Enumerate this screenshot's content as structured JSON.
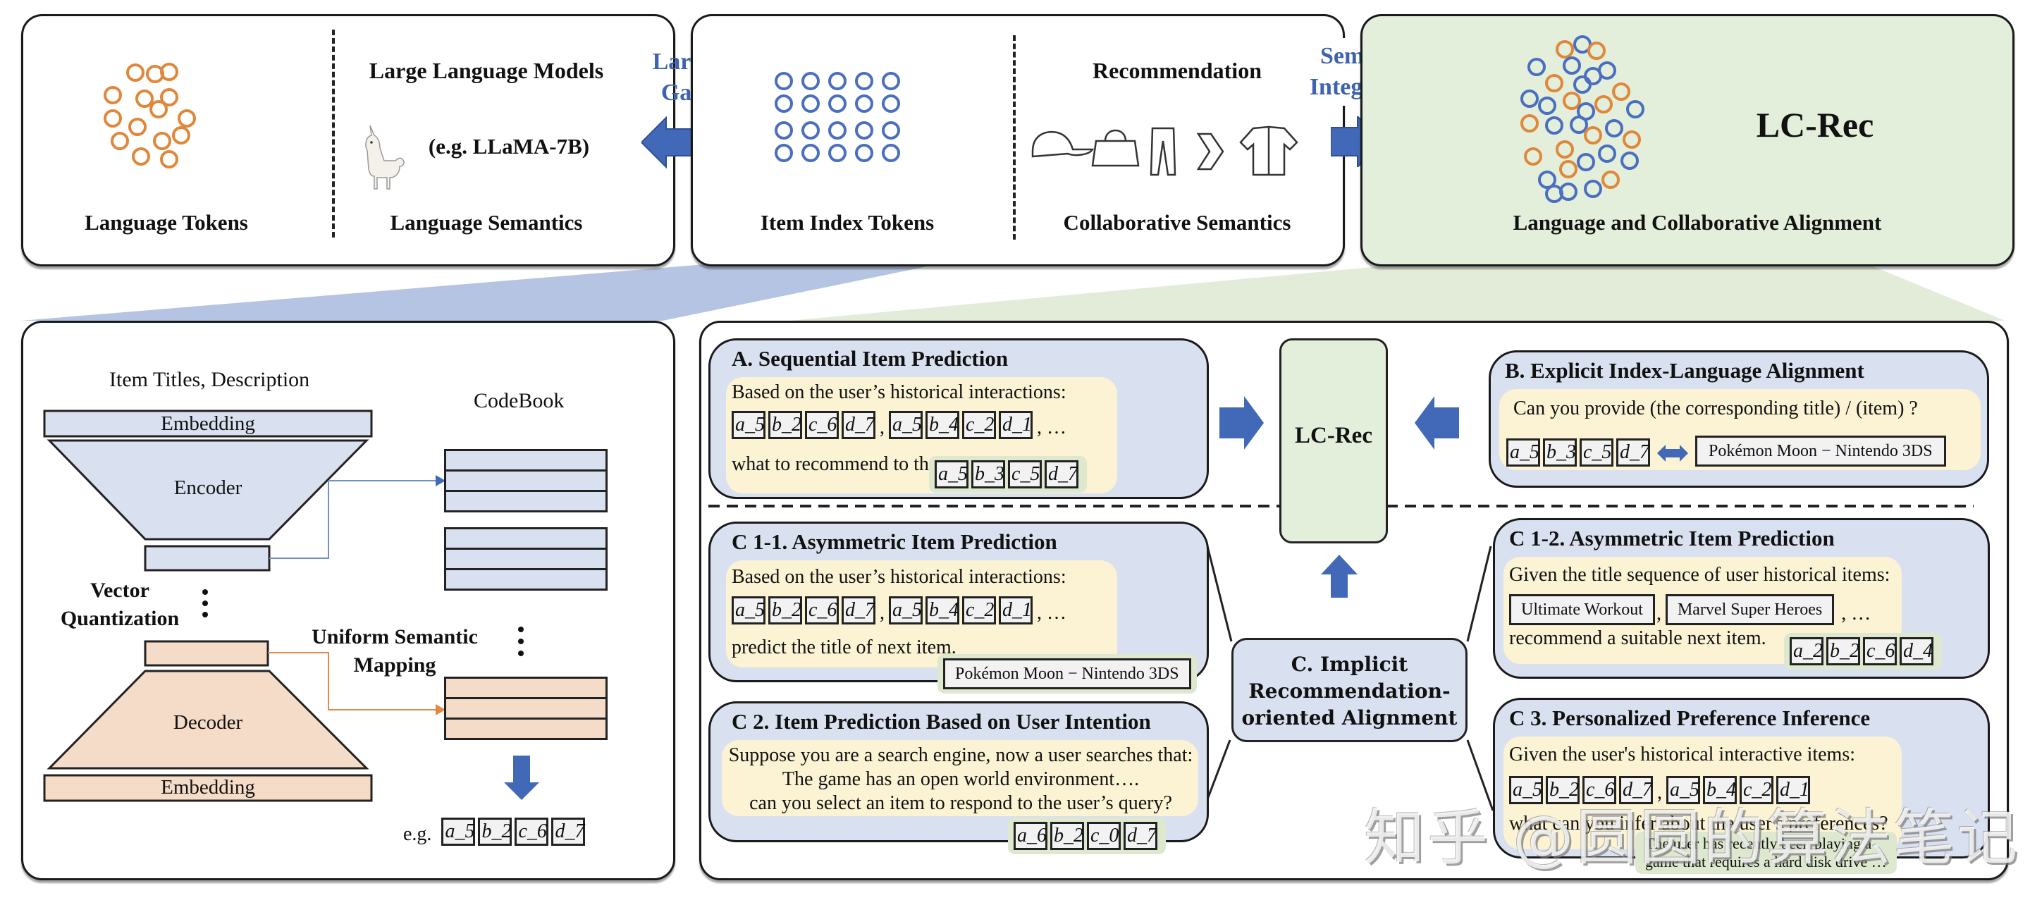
{
  "colors": {
    "orange_token": "#e0873a",
    "blue_token": "#4a6fc0",
    "arrow_blue": "#4169b8",
    "encoder_fill": "#d9e0ef",
    "decoder_fill": "#f5dcc8",
    "task_box_fill": "#d9e1f0",
    "prompt_fill": "#fbf3d3",
    "answer_fill": "#dde8cf",
    "lcrec_fill": "#e3eedb"
  },
  "top": {
    "panel1": {
      "left_label": "Language Tokens",
      "heading": "Large Language Models",
      "model_example": "(e.g. LLaMA-7B)",
      "right_label": "Language Semantics",
      "icon": "llama-icon"
    },
    "gap_arrow": {
      "label_line1": "Large",
      "label_line2": "Gap"
    },
    "panel2": {
      "left_label": "Item Index Tokens",
      "heading": "Recommendation",
      "right_label": "Collaborative Semantics",
      "icons": [
        "cap-icon",
        "handbag-icon",
        "trousers-icon",
        "chevron-right-icon",
        "shirt-icon"
      ]
    },
    "integration_arrow": {
      "label_line1": "Semantic",
      "label_line2": "Integration"
    },
    "panel3": {
      "title": "LC-Rec",
      "label": "Language and Collaborative Alignment"
    }
  },
  "left_panel": {
    "input_label": "Item Titles, Description",
    "codebook_label": "CodeBook",
    "encoder_embedding": "Embedding",
    "encoder": "Encoder",
    "vq_label_line1": "Vector",
    "vq_label_line2": "Quantization",
    "usm_label_line1": "Uniform Semantic",
    "usm_label_line2": "Mapping",
    "decoder": "Decoder",
    "decoder_embedding": "Embedding",
    "example_prefix": "e.g.",
    "example_tokens": [
      "a_5",
      "b_2",
      "c_6",
      "d_7"
    ]
  },
  "right_panel": {
    "center_label": "LC-Rec",
    "implicit_line1": "C. Implicit",
    "implicit_line2": "Recommendation-",
    "implicit_line3": "oriented Alignment",
    "task_a": {
      "title": "A. Sequential Item Prediction",
      "line1": "Based on the user’s historical interactions:",
      "seq1": [
        "a_5",
        "b_2",
        "c_6",
        "d_7"
      ],
      "seq2": [
        "a_5",
        "b_4",
        "c_2",
        "d_1"
      ],
      "ellipsis": ", …",
      "line3": "what to recommend to the user next?",
      "answer": [
        "a_5",
        "b_3",
        "c_5",
        "d_7"
      ]
    },
    "task_b": {
      "title": "B. Explicit Index-Language Alignment",
      "line1": "Can you provide (the corresponding title) / (item) ?",
      "tokens": [
        "a_5",
        "b_3",
        "c_5",
        "d_7"
      ],
      "title_text": "Pokémon Moon − Nintendo 3DS"
    },
    "task_c11": {
      "title": "C 1-1. Asymmetric Item Prediction",
      "line1": "Based on the user’s historical interactions:",
      "seq1": [
        "a_5",
        "b_2",
        "c_6",
        "d_7"
      ],
      "seq2": [
        "a_5",
        "b_4",
        "c_2",
        "d_1"
      ],
      "ellipsis": ", …",
      "line3": "predict the title of next item.",
      "answer": "Pokémon Moon − Nintendo 3DS"
    },
    "task_c12": {
      "title": "C 1-2. Asymmetric Item Prediction",
      "line1": "Given the title sequence of user historical items:",
      "titles": [
        "Ultimate Workout",
        "Marvel Super Heroes"
      ],
      "ellipsis": ", …",
      "line3": "recommend a suitable next item.",
      "answer": [
        "a_2",
        "b_2",
        "c_6",
        "d_4"
      ]
    },
    "task_c2": {
      "title": "C 2. Item Prediction Based on User Intention",
      "line1": "Suppose you are a search engine, now a user searches that:",
      "line2": "The game has an open world environment….",
      "line3": "can you select an item to respond to the user’s query?",
      "answer": [
        "a_6",
        "b_2",
        "c_0",
        "d_7"
      ]
    },
    "task_c3": {
      "title": "C 3. Personalized Preference Inference",
      "line1": "Given the user's historical interactive items:",
      "seq1": [
        "a_5",
        "b_2",
        "c_6",
        "d_7"
      ],
      "seq2": [
        "a_5",
        "b_4",
        "c_2",
        "d_1"
      ],
      "line3": "what can you infer about the user's preferences?",
      "answer_line1": "The user has recently been playing a",
      "answer_line2": "game that requires a hard disk drive …"
    }
  },
  "watermark": "知乎 @圆圆的算法笔记"
}
